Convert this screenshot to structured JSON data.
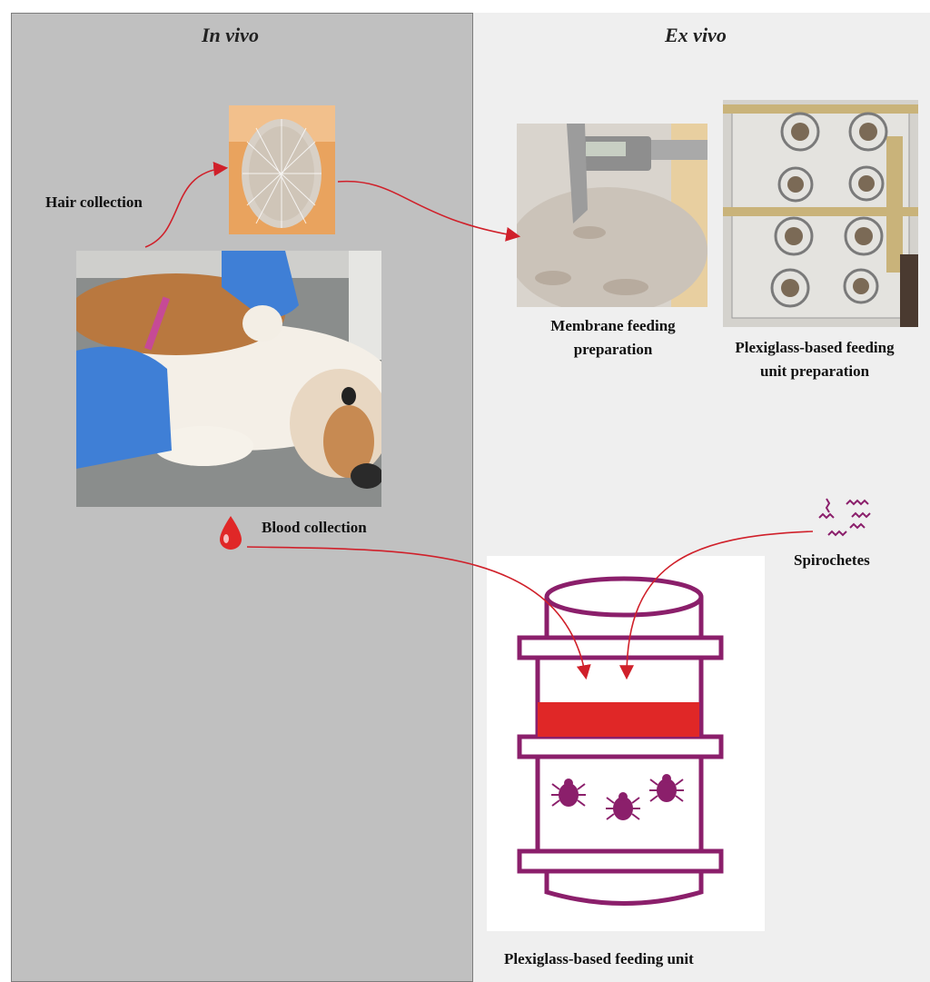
{
  "headers": {
    "in_vivo": "In vivo",
    "ex_vivo": "Ex vivo"
  },
  "labels": {
    "hair_collection": "Hair collection",
    "blood_collection": "Blood collection",
    "membrane_feeding": [
      "Membrane feeding",
      "preparation"
    ],
    "plexiglass_unit_prep": [
      "Plexiglass-based feeding",
      "unit preparation"
    ],
    "spirochetes": "Spirochetes",
    "plexiglass_unit": "Plexiglass-based feeding unit"
  },
  "colors": {
    "arrow": "#d0202a",
    "unit": "#8b1f6b",
    "blood": "#e02727",
    "left_panel": "#c0c0c0",
    "right_panel": "#efefef"
  },
  "icons": [
    "hair-sample-photo",
    "dog-photo",
    "caliper-photo",
    "feeding-plate-photo",
    "blood-drop-icon",
    "spirochetes-icon",
    "feeding-unit-illustration",
    "tick-icon"
  ]
}
